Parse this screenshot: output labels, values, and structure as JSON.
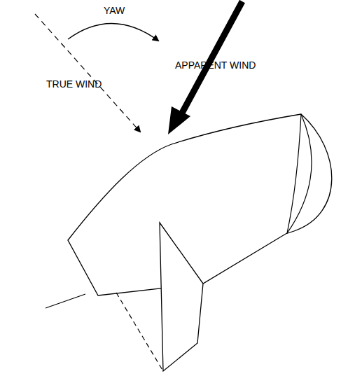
{
  "diagram": {
    "labels": [
      "YAW",
      "APPARENT WIND",
      "TRUE WIND"
    ]
  }
}
